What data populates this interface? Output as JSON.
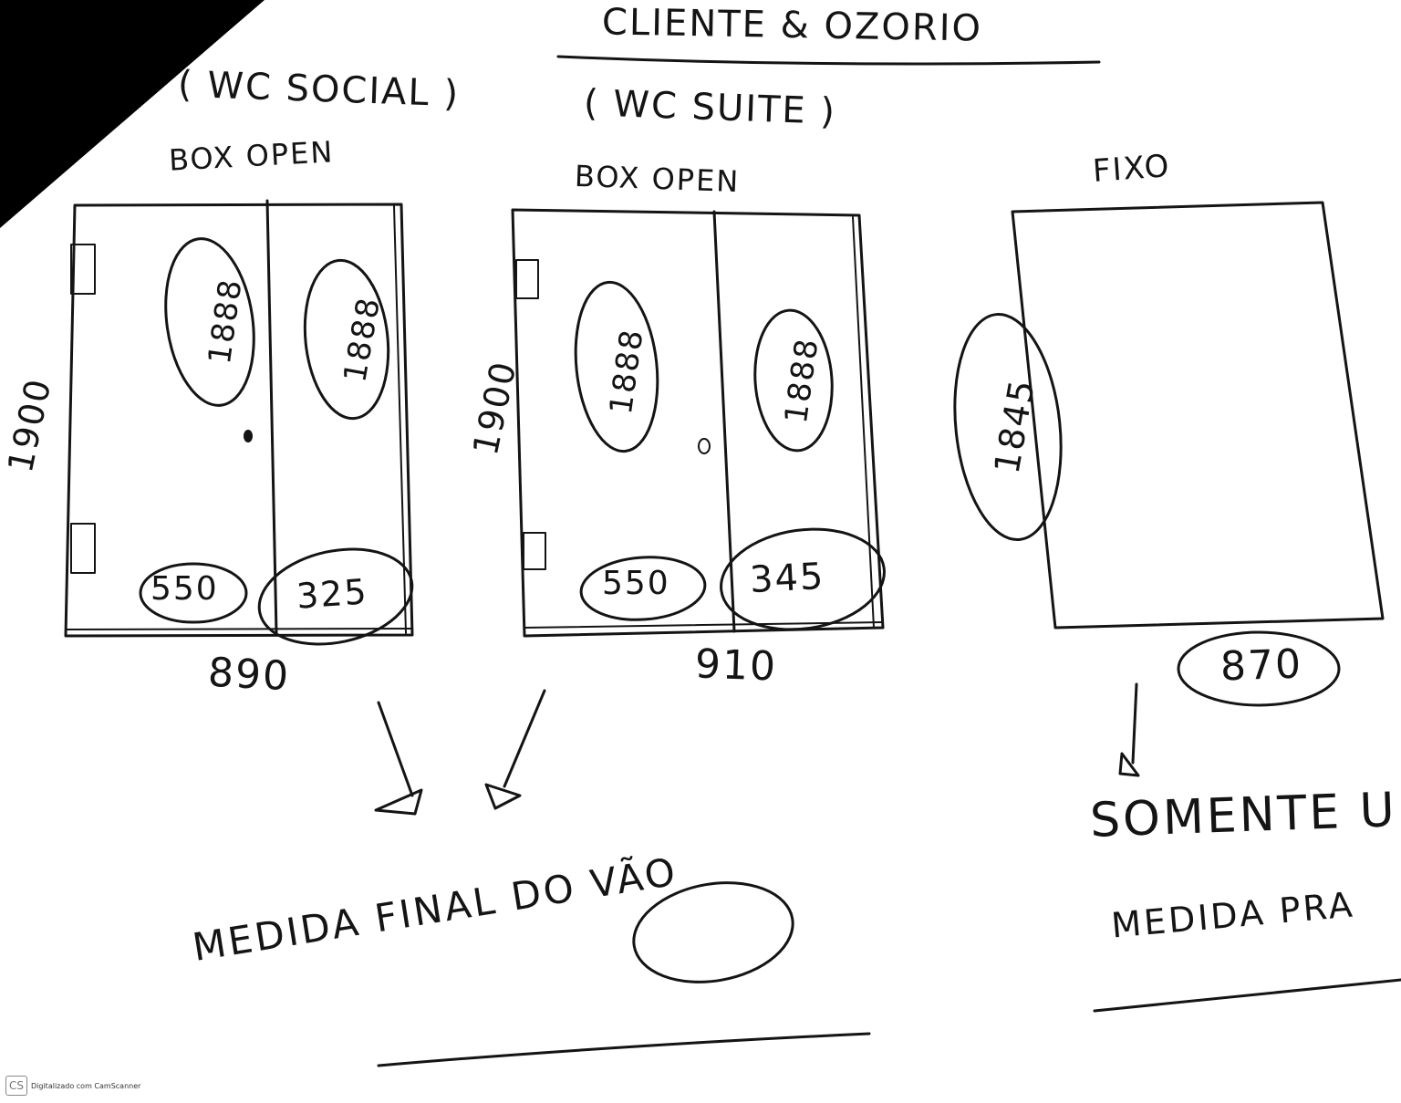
{
  "title": "CLIENTE & OZORIO",
  "panels": [
    {
      "location": "( WC SOCIAL )",
      "type_label": "BOX OPEN",
      "height": "1900",
      "leaf_left_height": "1888",
      "leaf_right_height": "1888",
      "leaf_left_width": "550",
      "leaf_right_width": "325",
      "total_width": "890"
    },
    {
      "location": "( WC SUITE )",
      "type_label": "BOX OPEN",
      "height": "1900",
      "leaf_left_height": "1888",
      "leaf_right_height": "1888",
      "leaf_left_width": "550",
      "leaf_right_width": "345",
      "total_width": "910"
    },
    {
      "type_label": "FIXO",
      "height": "1845",
      "total_width": "870"
    }
  ],
  "notes": {
    "final_measure": "MEDIDA FINAL DO VÃO",
    "only": "SOMENTE U",
    "measure_for": "MEDIDA PRA"
  },
  "watermark": {
    "badge": "CS",
    "text": "Digitalizado com CamScanner"
  },
  "colors": {
    "ink": "#141414",
    "paper": "#ffffff",
    "scan_corner": "#000000"
  }
}
